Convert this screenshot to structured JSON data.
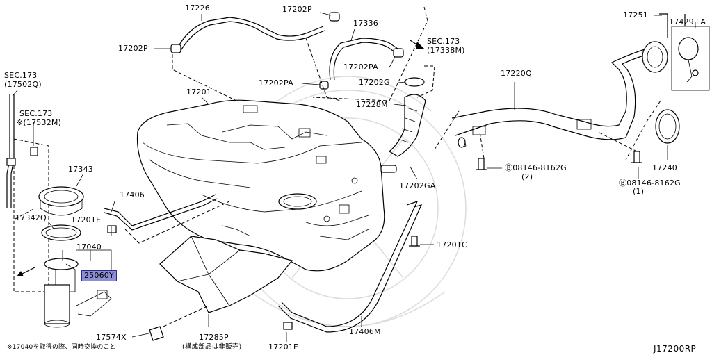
{
  "diagram_code": "J17200RP",
  "footnote": "※17040を取得の際、同時交換のこと",
  "highlight_color": "#8d8fd6",
  "labels": {
    "p17226": "17226",
    "p17202p_a": "17202P",
    "p17202p_b": "17202P",
    "p17336": "17336",
    "sec173_17338m_a": "SEC.173",
    "sec173_17338m_b": "(17338M)",
    "p17202pa_a": "17202PA",
    "p17202pa_b": "17202PA",
    "p17202g": "17202G",
    "p17228m": "17228M",
    "p17251": "17251",
    "p17429a": "17429+A",
    "p17220q": "17220Q",
    "p17201": "17201",
    "sec173_17502q_a": "SEC.173",
    "sec173_17502q_b": "(17502Q)",
    "sec173_17532m_a": "SEC.173",
    "sec173_17532m_b": "※(17532M)",
    "p17343": "17343",
    "p17406": "17406",
    "p17342q": "17342Q",
    "p17201e_a": "17201E",
    "p17040": "17040",
    "p25060y": "25060Y",
    "p17201c": "17201C",
    "p17202ga": "17202GA",
    "bolt1_a": "Ⓑ08146-8162G",
    "bolt1_b": "(2)",
    "bolt2_a": "Ⓑ08146-8162G",
    "bolt2_b": "(1)",
    "p17240": "17240",
    "p17574x": "17574X",
    "p17285p": "17285P",
    "p17285p_note": "(構成部品は非販売)",
    "p17201e_b": "17201E",
    "p17406m": "17406M"
  }
}
